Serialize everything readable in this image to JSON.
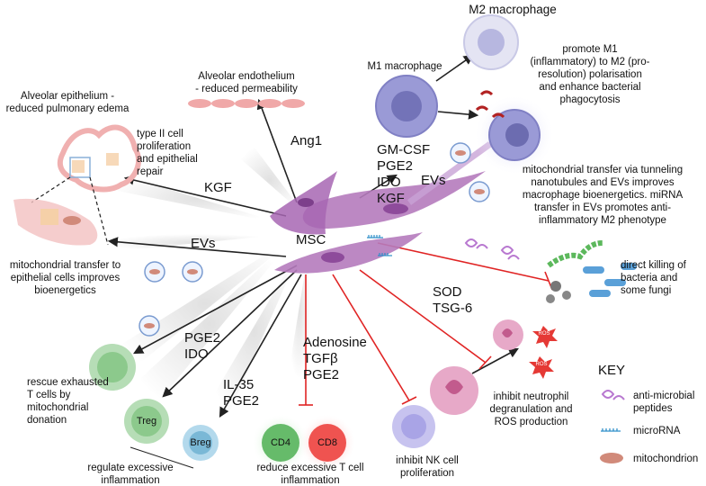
{
  "labels": {
    "m2_macrophage": "M2 macrophage",
    "m1_macrophage": "M1 macrophage",
    "alveolar_endothelium": "Alveolar endothelium\n- reduced permeability",
    "alveolar_epithelium": "Alveolar epithelium -\nreduced pulmonary edema",
    "type2_repair": "type II cell\nproliferation\nand epithelial\nrepair",
    "polarisation": "promote M1\n(inflammatory) to  M2 (pro-\nresolution)  polarisation\nand enhance bacterial\nphagocytosis",
    "mito_transfer_macrophage": "mitochondrial transfer via tunneling\nnanotubules and EVs improves\nmacrophage bioenergetics. miRNA\ntransfer in EVs promotes anti-\ninflammatory M2 phenotype",
    "mito_transfer_epithelial": "mitochondrial transfer to\nepithelial cells improves\nbioenergetics",
    "direct_killing": "direct killing of\nbacteria and\nsome fungi",
    "rescue_tcells": "rescue exhausted\nT cells by\nmitochondrial\ndonation",
    "regulate_inflammation": "regulate excessive\ninflammation",
    "reduce_tcell": "reduce excessive T cell\ninflammation",
    "inhibit_nk": "inhibit NK cell\nproliferation",
    "inhibit_neutrophil": "inhibit neutrophil\ndegranulation and\nROS production",
    "msc": "MSC"
  },
  "mediators": {
    "ang1": "Ang1",
    "kgf": "KGF",
    "evs_left": "EVs",
    "evs_right": "EVs",
    "macrophage_factors": "GM-CSF\nPGE2\nIDO\nKGF",
    "pge2_ido": "PGE2\nIDO",
    "il35_pge2": "IL-35\nPGE2",
    "adenosine_group": "Adenosine\nTGFβ\nPGE2",
    "sod_tsg6": "SOD\nTSG-6"
  },
  "cells": {
    "treg": "Treg",
    "breg": "Breg",
    "cd4": "CD4",
    "cd8": "CD8",
    "ros1": "ROS",
    "ros2": "ROS"
  },
  "key": {
    "title": "KEY",
    "items": [
      {
        "icon": "anti-microbial-peptide-icon",
        "label": "anti-microbial\npeptides"
      },
      {
        "icon": "microrna-icon",
        "label": "microRNA"
      },
      {
        "icon": "mitochondrion-icon",
        "label": "mitochondrion"
      }
    ]
  },
  "colors": {
    "msc": "#b57bbd",
    "macrophage": "#9a9ad6",
    "arrow": "#222222",
    "inhibit": "#e02424",
    "treg": "#8cc98c",
    "breg": "#7ab8d6",
    "cd4": "#4caf50",
    "cd8": "#e53935",
    "neutrophil": "#e7a9c8",
    "nk": "#a9a4e6",
    "mitochondrion": "#d18a7a"
  }
}
